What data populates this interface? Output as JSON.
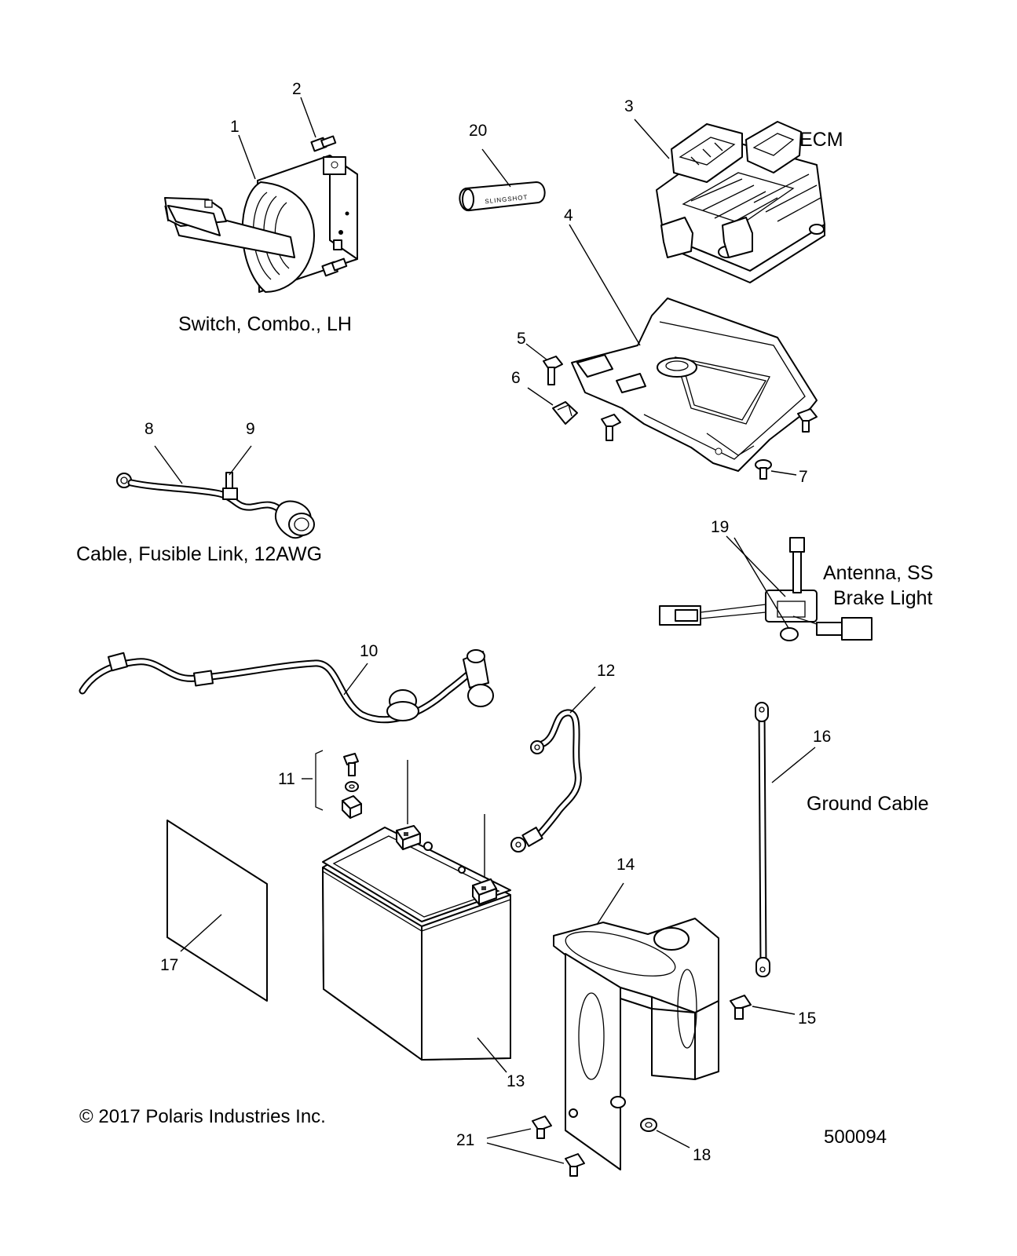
{
  "callouts": {
    "c1": "1",
    "c2": "2",
    "c3": "3",
    "c4": "4",
    "c5": "5",
    "c6": "6",
    "c7": "7",
    "c8": "8",
    "c9": "9",
    "c10": "10",
    "c11": "11",
    "c12": "12",
    "c13": "13",
    "c14": "14",
    "c15": "15",
    "c16": "16",
    "c17": "17",
    "c18": "18",
    "c19": "19",
    "c20": "20",
    "c21": "21"
  },
  "captions": {
    "switch": "Switch, Combo., LH",
    "ecm": "ECM",
    "cable_fusible": "Cable, Fusible Link, 12AWG",
    "antenna_line1": "Antenna, SS",
    "antenna_line2": "Brake Light",
    "ground_cable": "Ground Cable"
  },
  "footer": {
    "copyright": "© 2017 Polaris Industries Inc.",
    "diagram_number": "500094"
  },
  "fob_text": "SLINGSHOT"
}
